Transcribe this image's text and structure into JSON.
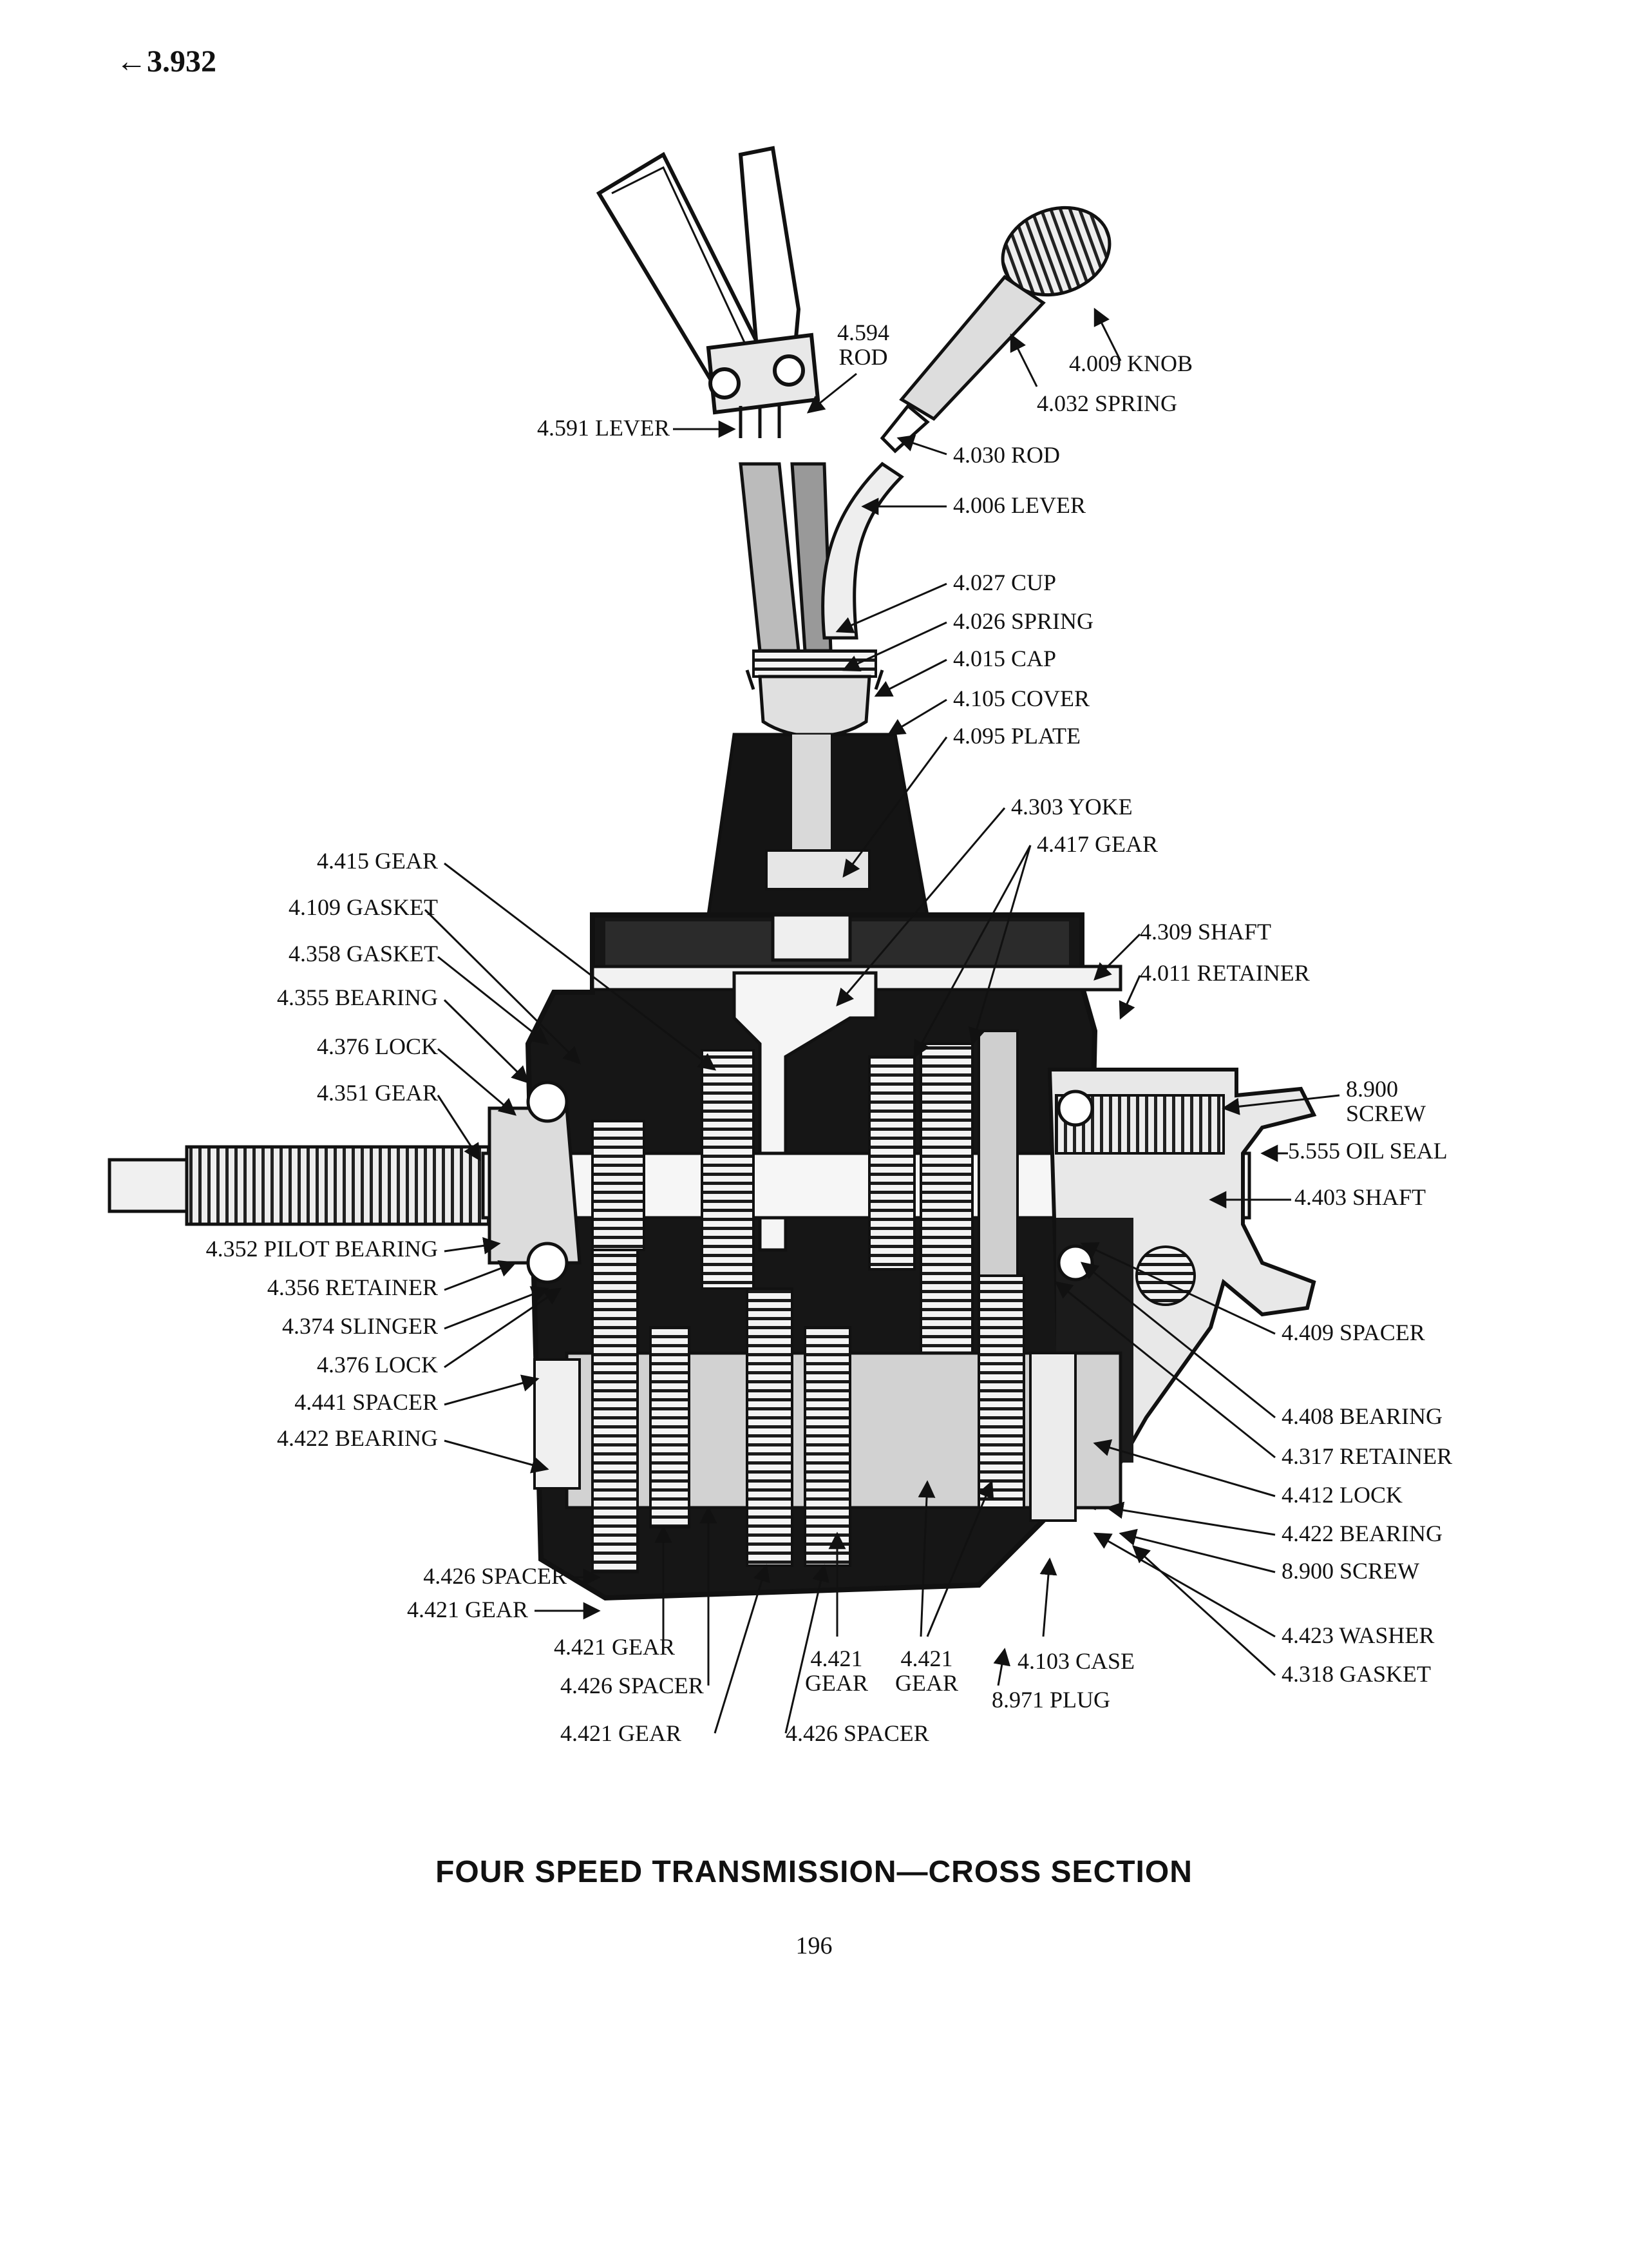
{
  "page_ref": "←3.932",
  "caption": "FOUR SPEED TRANSMISSION—CROSS SECTION",
  "page_number": "196",
  "callouts": {
    "c4594_rod": {
      "num": "4.594",
      "name": "ROD"
    },
    "c4009_knob": "4.009 KNOB",
    "c4032_spring": "4.032 SPRING",
    "c4591_lever": "4.591 LEVER",
    "c4030_rod": "4.030 ROD",
    "c4006_lever": "4.006 LEVER",
    "c4027_cup": "4.027 CUP",
    "c4026_spring": "4.026 SPRING",
    "c4015_cap": "4.015 CAP",
    "c4105_cover": "4.105 COVER",
    "c4095_plate": "4.095 PLATE",
    "c4303_yoke": "4.303 YOKE",
    "c4417_gear": "4.417 GEAR",
    "c4415_gear": "4.415 GEAR",
    "c4109_gasket": "4.109 GASKET",
    "c4358_gasket": "4.358 GASKET",
    "c4355_bearing": "4.355 BEARING",
    "c4376_lock_a": "4.376 LOCK",
    "c4351_gear": "4.351 GEAR",
    "c4309_shaft": "4.309 SHAFT",
    "c4011_retainer": "4.011 RETAINER",
    "c8900_screw_a": {
      "num": "8.900",
      "name": "SCREW"
    },
    "c5555_seal": "5.555 OIL SEAL",
    "c4403_shaft": "4.403 SHAFT",
    "c4352_pilot": "4.352 PILOT BEARING",
    "c4356_retainer": "4.356 RETAINER",
    "c4374_slinger": "4.374 SLINGER",
    "c4376_lock_b": "4.376 LOCK",
    "c4441_spacer": "4.441 SPACER",
    "c4422_bearing_a": "4.422 BEARING",
    "c4409_spacer": "4.409 SPACER",
    "c4408_bearing": "4.408 BEARING",
    "c4317_retainer": "4.317 RETAINER",
    "c4412_lock": "4.412 LOCK",
    "c4422_bearing_b": "4.422 BEARING",
    "c8900_screw_b": "8.900 SCREW",
    "c4426_spacer_a": "4.426 SPACER",
    "c4421_gear_a": "4.421 GEAR",
    "c4423_washer": "4.423 WASHER",
    "c4318_gasket": "4.318 GASKET",
    "c4421_gear_b": "4.421 GEAR",
    "c4426_spacer_b": "4.426 SPACER",
    "c4421_gear_c": "4.421 GEAR",
    "c4421_gear_d": {
      "num": "4.421",
      "name": "GEAR"
    },
    "c4421_gear_e": {
      "num": "4.421",
      "name": "GEAR"
    },
    "c4103_case": "4.103 CASE",
    "c8971_plug": "8.971 PLUG",
    "c4426_spacer_c": "4.426 SPACER"
  }
}
